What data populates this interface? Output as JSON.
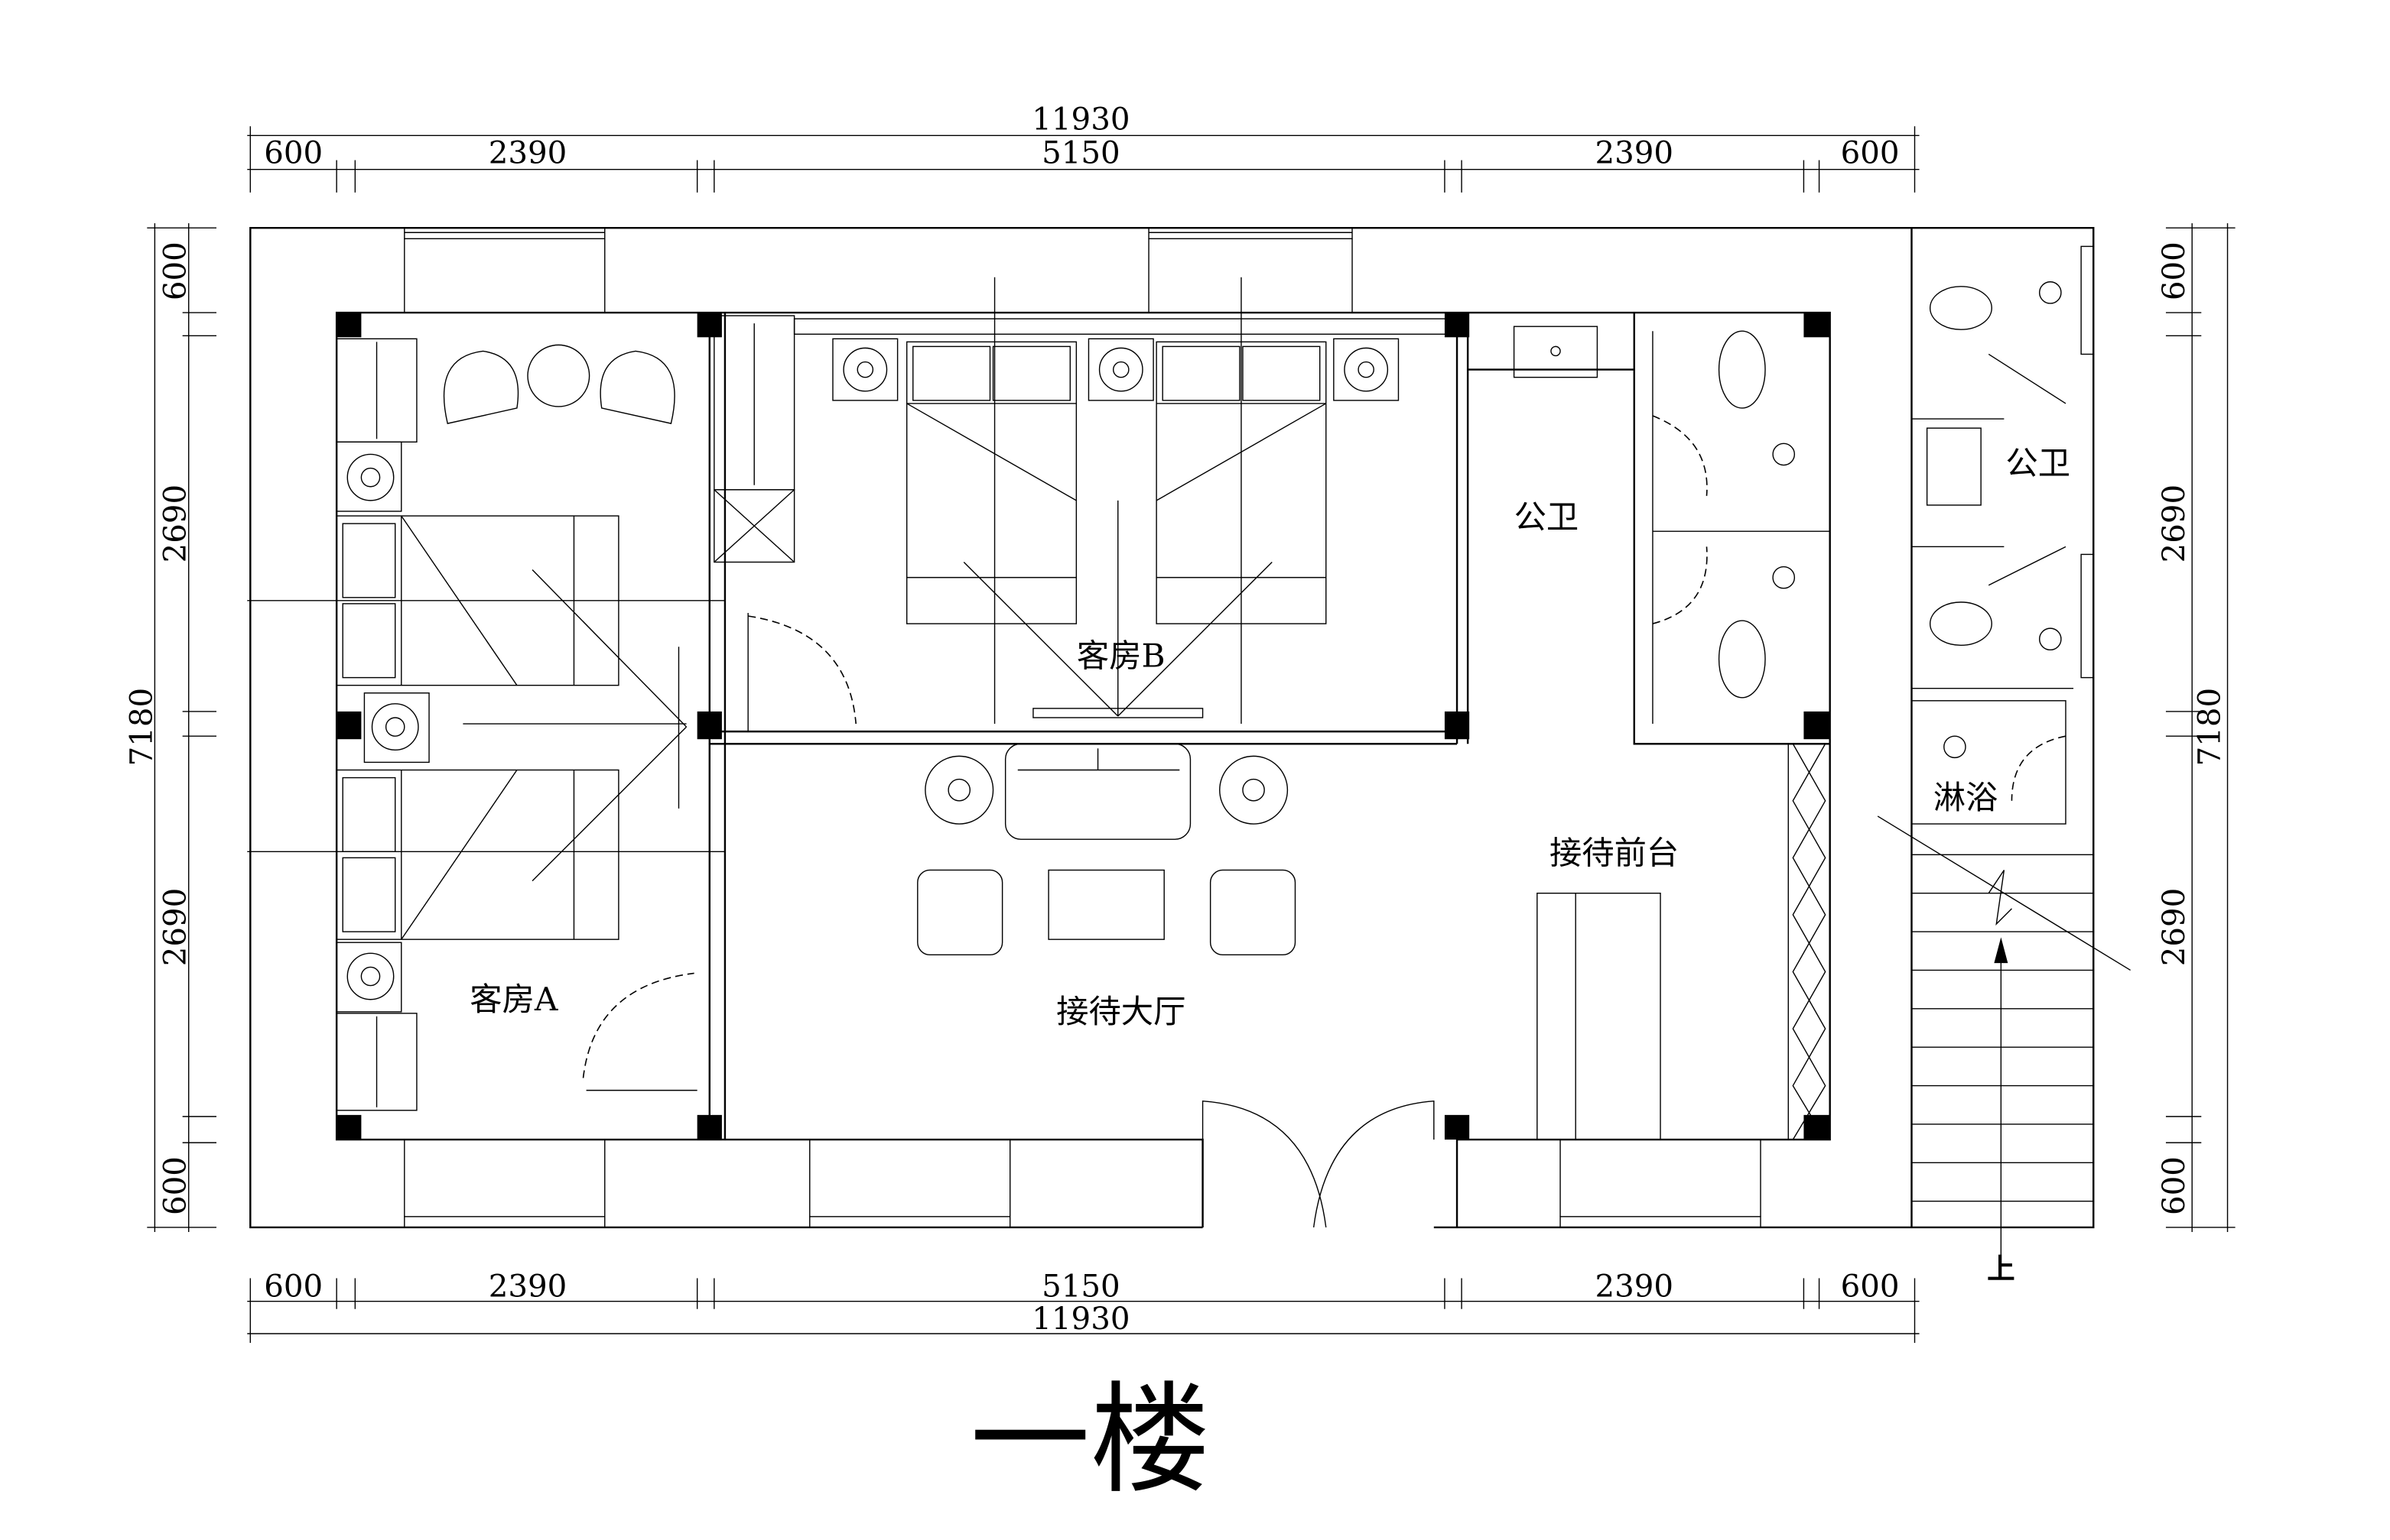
{
  "title": "一楼",
  "dimensions": {
    "top_total": "11930",
    "top_segments": [
      "600",
      "2390",
      "5150",
      "2390",
      "600"
    ],
    "bottom_total": "11930",
    "bottom_segments": [
      "600",
      "2390",
      "5150",
      "2390",
      "600"
    ],
    "left_total": "7180",
    "left_segments": [
      "600",
      "2690",
      "2690",
      "600"
    ],
    "right_total": "7180",
    "right_segments": [
      "600",
      "2690",
      "2690",
      "600"
    ]
  },
  "rooms": {
    "guest_room_a": "客房A",
    "guest_room_b": "客房B",
    "lobby": "接待大厅",
    "front_desk": "接待前台",
    "public_toilet_1": "公卫",
    "public_toilet_2": "公卫",
    "shower": "淋浴"
  },
  "stair_label": "上"
}
